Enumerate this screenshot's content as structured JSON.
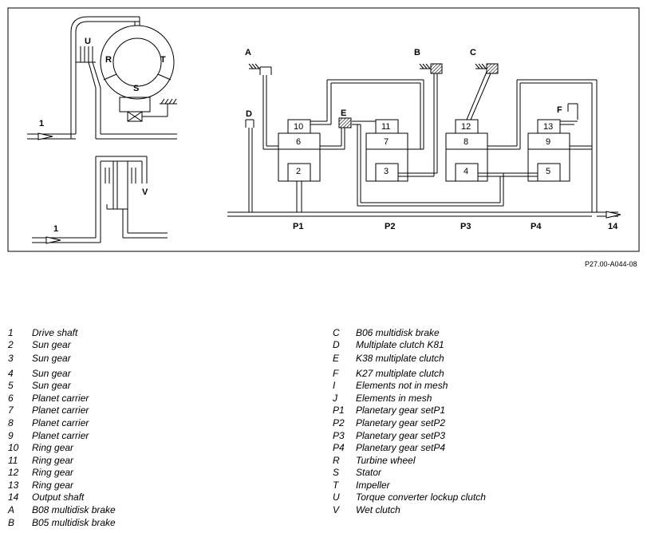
{
  "figure_ref": "P27.00-A044-08",
  "diagram_labels": {
    "U": "U",
    "R": "R",
    "T": "T",
    "S": "S",
    "V": "V",
    "input_top": "1",
    "input_bottom": "1",
    "A": "A",
    "B": "B",
    "C": "C",
    "D": "D",
    "E": "E",
    "F": "F",
    "box_10": "10",
    "box_6": "6",
    "box_2": "2",
    "box_11": "11",
    "box_7": "7",
    "box_3": "3",
    "box_12": "12",
    "box_8": "8",
    "box_4": "4",
    "box_13": "13",
    "box_9": "9",
    "box_5": "5",
    "P1": "P1",
    "P2": "P2",
    "P3": "P3",
    "P4": "P4",
    "output": "14"
  },
  "legend_left": [
    {
      "key": "1",
      "text": "Drive shaft"
    },
    {
      "key": "2",
      "text": "Sun gear"
    },
    {
      "key": "3",
      "text": "Sun gear"
    },
    {
      "key": "4",
      "text": "Sun gear"
    },
    {
      "key": "5",
      "text": "Sun gear"
    },
    {
      "key": "6",
      "text": "Planet carrier"
    },
    {
      "key": "7",
      "text": "Planet carrier"
    },
    {
      "key": "8",
      "text": "Planet carrier"
    },
    {
      "key": "9",
      "text": "Planet carrier"
    },
    {
      "key": "10",
      "text": "Ring gear"
    },
    {
      "key": "11",
      "text": "Ring gear"
    },
    {
      "key": "12",
      "text": "Ring gear"
    },
    {
      "key": "13",
      "text": "Ring gear"
    },
    {
      "key": "14",
      "text": "Output shaft"
    },
    {
      "key": "A",
      "text": "B08 multidisk brake"
    },
    {
      "key": "B",
      "text": "B05 multidisk brake"
    }
  ],
  "legend_right": [
    {
      "key": "C",
      "text": "B06 multidisk brake"
    },
    {
      "key": "D",
      "text": "Multiplate clutch K81"
    },
    {
      "key": "E",
      "text": "K38 multiplate clutch"
    },
    {
      "key": "F",
      "text": "K27 multiplate clutch"
    },
    {
      "key": "I",
      "text": "Elements not in mesh"
    },
    {
      "key": "J",
      "text": "Elements in mesh"
    },
    {
      "key": "P1",
      "text": "Planetary gear setP1"
    },
    {
      "key": "P2",
      "text": "Planetary gear setP2"
    },
    {
      "key": "P3",
      "text": "Planetary gear setP3"
    },
    {
      "key": "P4",
      "text": "Planetary gear setP4"
    },
    {
      "key": "R",
      "text": "Turbine wheel"
    },
    {
      "key": "S",
      "text": "Stator"
    },
    {
      "key": "T",
      "text": "Impeller"
    },
    {
      "key": "U",
      "text": "Torque converter lockup clutch"
    },
    {
      "key": "V",
      "text": "Wet clutch"
    }
  ]
}
